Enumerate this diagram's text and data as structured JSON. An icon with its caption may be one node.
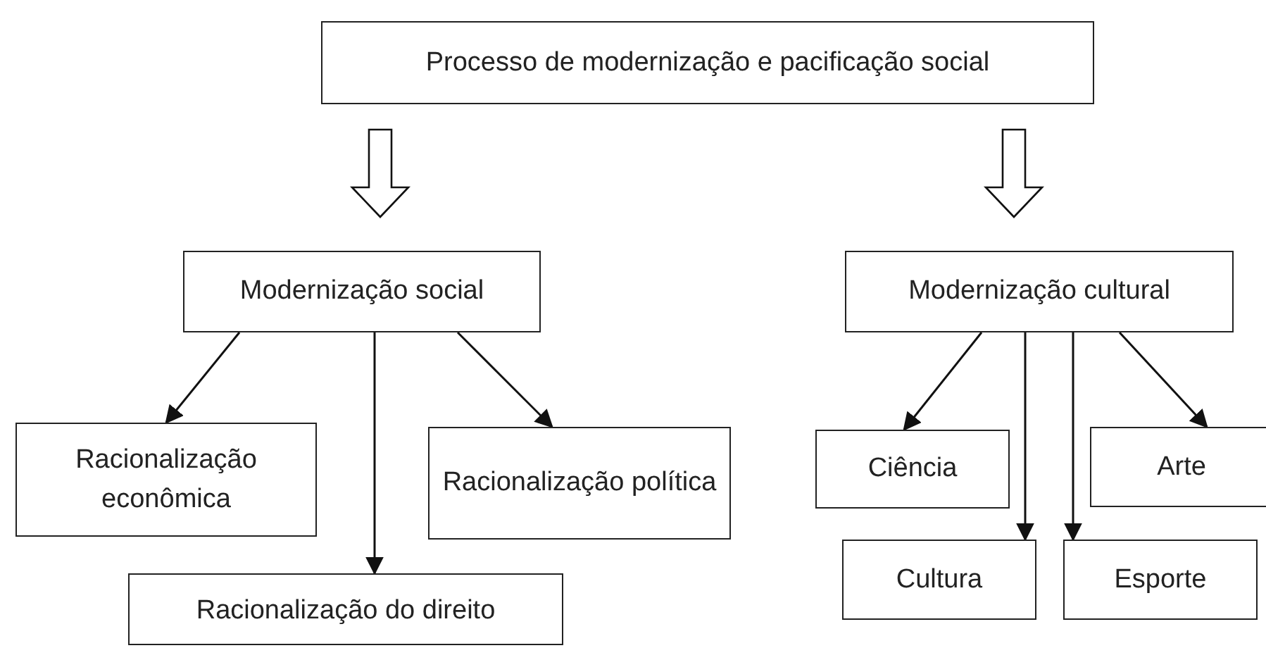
{
  "diagram": {
    "nodes": [
      {
        "text": [
          "Processo de modernização e pacificação social"
        ]
      },
      {
        "text": [
          "Modernização social"
        ]
      },
      {
        "text": [
          "Modernização cultural"
        ]
      },
      {
        "text": [
          "Racionalização econômica"
        ]
      },
      {
        "text": [
          "Racionalização política"
        ]
      },
      {
        "text": [
          "Racionalização do direito"
        ]
      },
      {
        "text": [
          "Ciência"
        ]
      },
      {
        "text": [
          "Arte"
        ]
      },
      {
        "text": [
          "Cultura"
        ]
      },
      {
        "text": [
          "Esporte"
        ]
      }
    ],
    "edges": [
      {
        "from": 0,
        "to": 1,
        "arrow": "to",
        "style": "thick"
      },
      {
        "from": 0,
        "to": 2,
        "arrow": "to",
        "style": "thick"
      },
      {
        "from": 1,
        "to": 3,
        "arrow": "to"
      },
      {
        "from": 1,
        "to": 5,
        "arrow": "to"
      },
      {
        "from": 1,
        "to": 4,
        "arrow": "to"
      },
      {
        "from": 2,
        "to": 6,
        "arrow": "to"
      },
      {
        "from": 2,
        "to": 8,
        "arrow": "to"
      },
      {
        "from": 2,
        "to": 9,
        "arrow": "to"
      },
      {
        "from": 2,
        "to": 7,
        "arrow": "to"
      }
    ]
  }
}
